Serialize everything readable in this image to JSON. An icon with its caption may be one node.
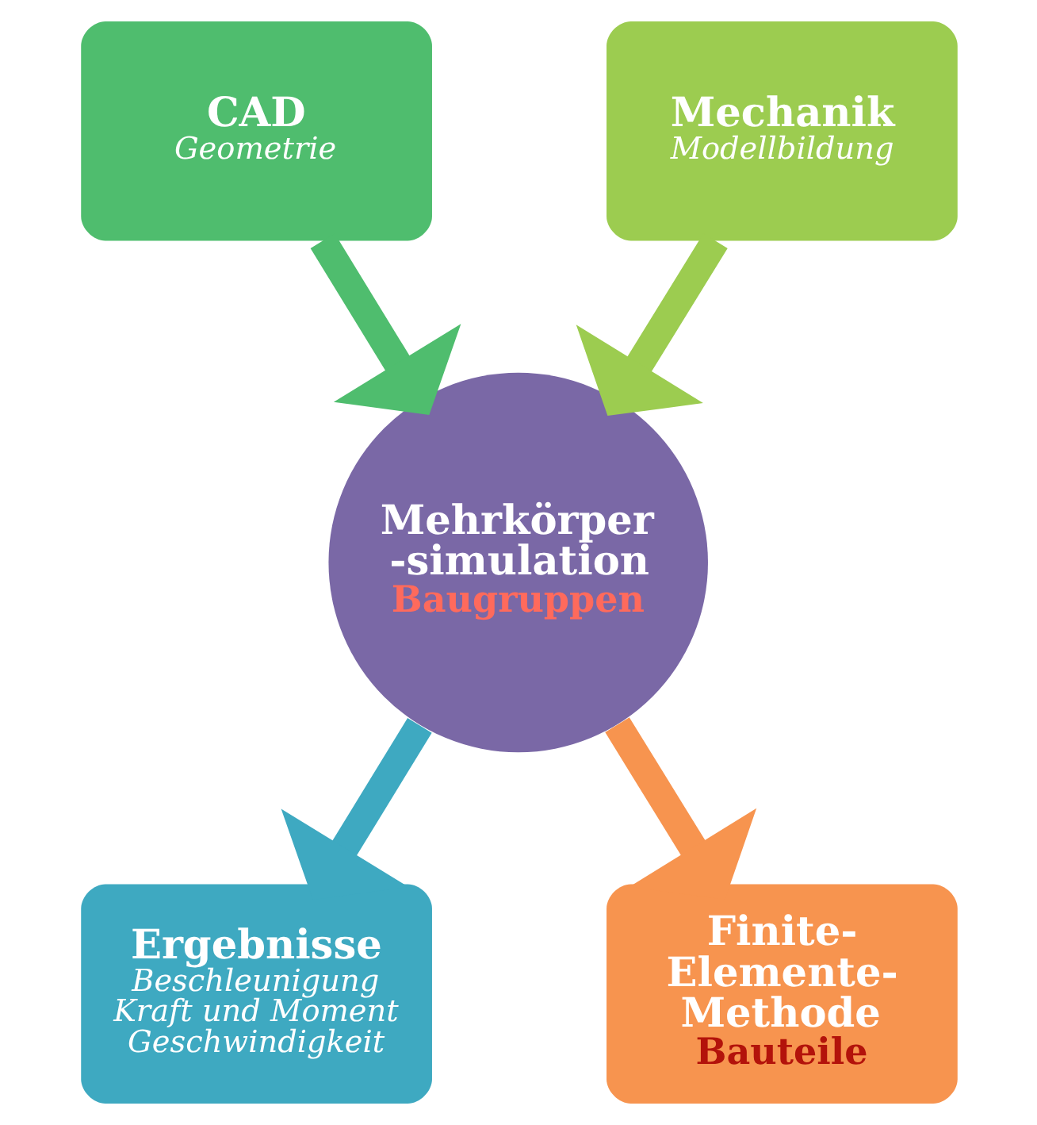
{
  "diagram": {
    "nodes": [
      {
        "text": [
          "CAD",
          "Geometrie"
        ]
      },
      {
        "text": [
          "Mechanik",
          "Modellbildung"
        ]
      },
      {
        "text": [
          "Mehrkörper -simulation",
          "Baugruppen"
        ]
      },
      {
        "text": [
          "Ergebnisse",
          "Beschleunigung Kraft und Moment Geschwindigkeit"
        ]
      },
      {
        "text": [
          "Finite- Elemente- Methode",
          "Bauteile"
        ]
      }
    ],
    "edges": [
      {
        "from": 0,
        "to": 2,
        "arrow": "to",
        "color": "#4fbd6e"
      },
      {
        "from": 1,
        "to": 2,
        "arrow": "to",
        "color": "#9ccc50"
      },
      {
        "from": 2,
        "to": 3,
        "arrow": "to",
        "color": "#3ea9c1"
      },
      {
        "from": 2,
        "to": 4,
        "arrow": "to",
        "color": "#f7944f"
      }
    ]
  }
}
